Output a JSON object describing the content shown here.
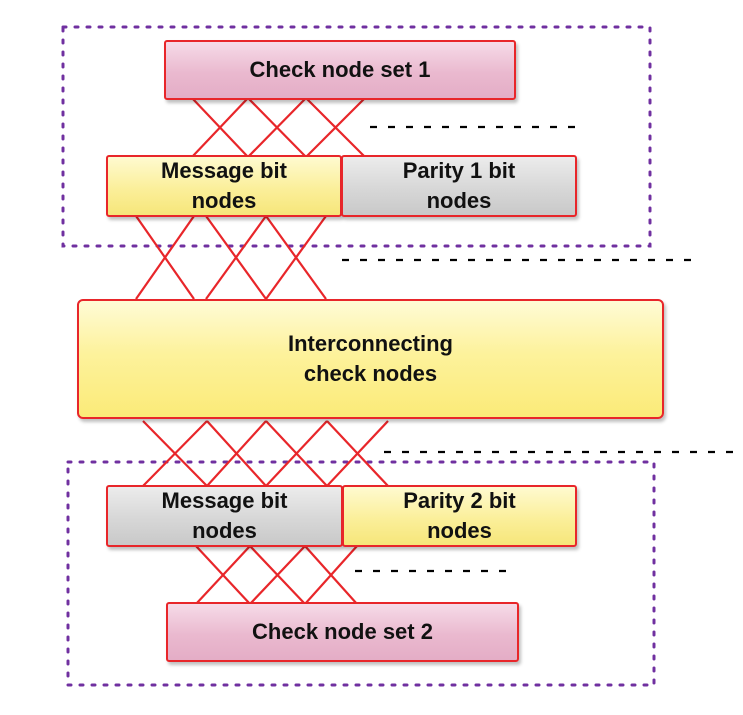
{
  "nodes": {
    "check_set_1": "Check node set 1",
    "message_bits_1": "Message bit\nnodes",
    "parity_1": "Parity 1 bit\nnodes",
    "interconnecting": "Interconnecting\ncheck nodes",
    "message_bits_2": "Message bit\nnodes",
    "parity_2": "Parity 2 bit\nnodes",
    "check_set_2": "Check node set 2"
  },
  "colors": {
    "edge": "#e8262a",
    "group_border": "#7030a0",
    "ellipsis": "#000000"
  }
}
